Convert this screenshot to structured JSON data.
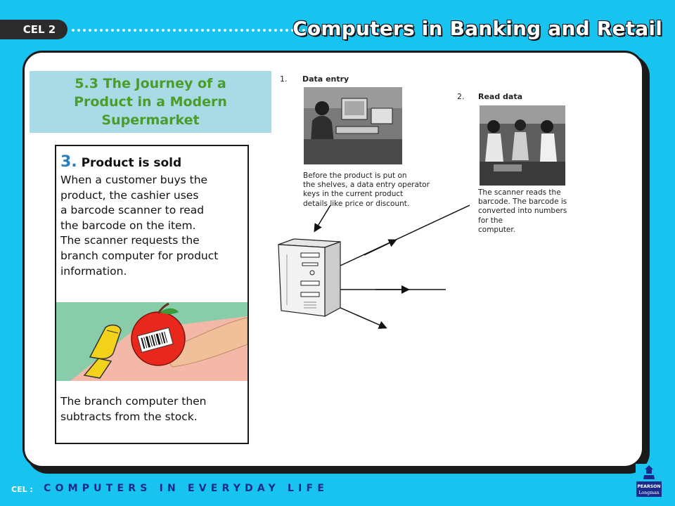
{
  "header": {
    "badge": "CEL 2",
    "title": "Computers in Banking and Retail"
  },
  "section": {
    "title_lines": [
      "5.3 The Journey of a",
      "Product in a Modern",
      "Supermarket"
    ]
  },
  "card": {
    "number": "3.",
    "heading": "Product is sold",
    "body_lines": [
      "When a customer buys the",
      "product, the cashier uses",
      "a barcode scanner to read",
      "the barcode on the item.",
      "The scanner requests the",
      "branch computer for product",
      "information."
    ],
    "foot_lines": [
      "The branch computer then",
      "subtracts from the stock."
    ]
  },
  "steps": [
    {
      "number": "1.",
      "title": "Data entry",
      "text_lines": [
        "Before the product is put on",
        "the shelves, a data entry operator",
        "keys in the current product",
        "details like price or discount."
      ]
    },
    {
      "number": "2.",
      "title": "Read data",
      "text_lines": [
        "The scanner reads the",
        "barcode. The barcode is",
        "converted into numbers",
        "for the",
        "computer."
      ]
    }
  ],
  "footer": {
    "label": "CEL :",
    "subject": "COMPUTERS IN EVERYDAY LIFE",
    "logo_lines": [
      "PEARSON",
      "Longman"
    ]
  },
  "colors": {
    "background": "#18c4ef",
    "title_green": "#4a9d2a",
    "title_panel": "#a9dbe6",
    "footer_blue": "#1a2a8a",
    "number_blue": "#2a7fc0"
  }
}
